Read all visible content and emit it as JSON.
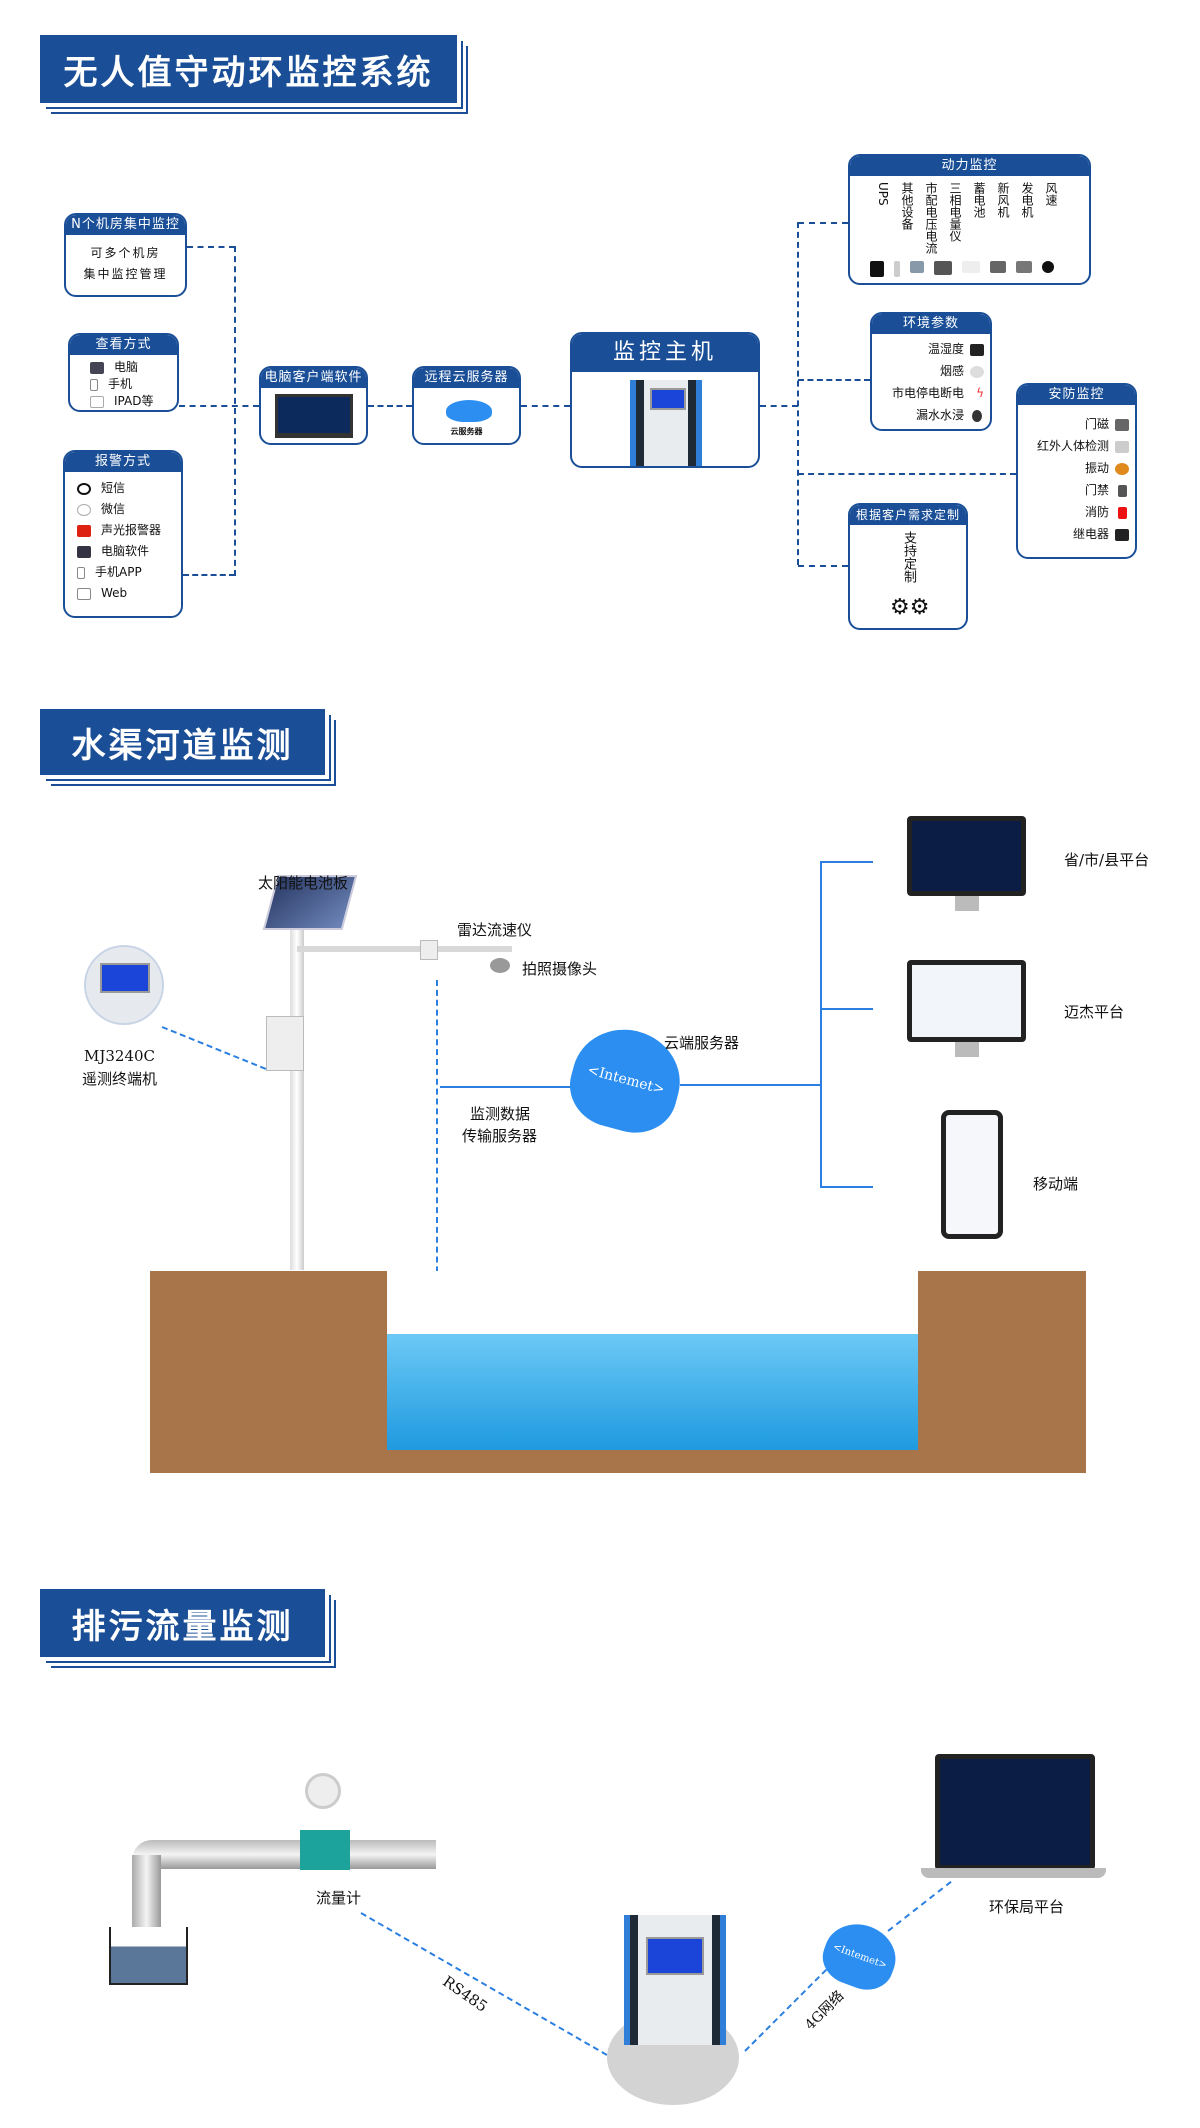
{
  "section1": {
    "title": "无人值守动环监控系统",
    "n_room": {
      "title": "N个机房集中监控",
      "lines": [
        "可多个机房",
        "集中监控管理"
      ]
    },
    "view": {
      "title": "查看方式",
      "items": [
        "电脑",
        "手机",
        "IPAD等"
      ]
    },
    "alarm": {
      "title": "报警方式",
      "items": [
        "短信",
        "微信",
        "声光报警器",
        "电脑软件",
        "手机APP",
        "Web"
      ]
    },
    "client": {
      "title": "电脑客户端软件"
    },
    "cloud": {
      "title": "远程云服务器",
      "caption": "云服务器"
    },
    "host": {
      "title": "监控主机"
    },
    "power": {
      "title": "动力监控",
      "items": [
        "UPS",
        "其他设备",
        "市配电压电流",
        "三相电量仪",
        "蓄电池",
        "新风机",
        "发电机",
        "风速"
      ]
    },
    "env": {
      "title": "环境参数",
      "items": [
        "温湿度",
        "烟感",
        "市电停电断电",
        "漏水水浸"
      ]
    },
    "security": {
      "title": "安防监控",
      "items": [
        "门磁",
        "红外人体检测",
        "振动",
        "门禁",
        "消防",
        "继电器"
      ]
    },
    "custom": {
      "title": "根据客户需求定制",
      "text": "支持定制"
    }
  },
  "section2": {
    "title": "水渠河道监测",
    "solar": "太阳能电池板",
    "radar": "雷达流速仪",
    "camera": "拍照摄像头",
    "terminal_model": "MJ3240C",
    "terminal_name": "遥测终端机",
    "data_server": [
      "监测数据",
      "传输服务器"
    ],
    "cloud_label": "云端服务器",
    "cloud_text": "<Intemet>",
    "platforms": [
      "省/市/县平台",
      "迈杰平台",
      "移动端"
    ]
  },
  "section3": {
    "title": "排污流量监测",
    "flowmeter": "流量计",
    "rs485": "RS485",
    "network": "4G网络",
    "cloud_text": "<Intemet>",
    "platform": "环保局平台"
  },
  "colors": {
    "brand": "#1a4f97",
    "link": "#2a7fe0",
    "soil": "#a8754a",
    "water": "#2aa3e8"
  }
}
